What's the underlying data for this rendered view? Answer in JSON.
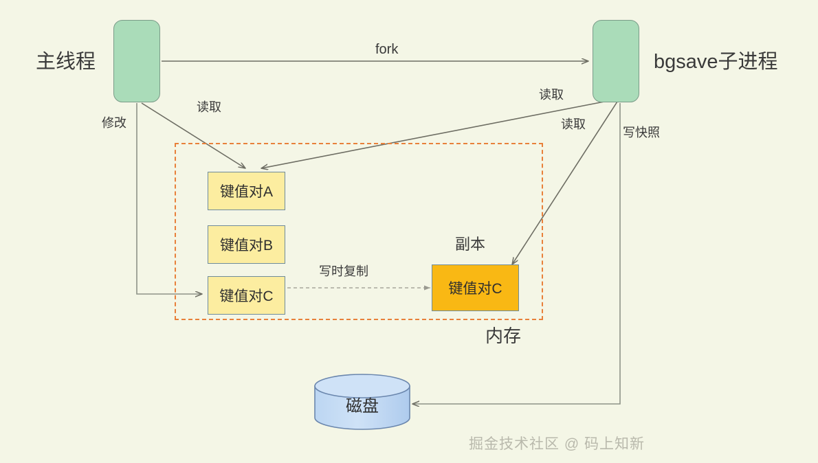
{
  "diagram": {
    "title": "Redis bgsave copy-on-write diagram",
    "background_color": "#f4f6e6",
    "nodes": {
      "main_thread": {
        "label": "主线程",
        "fill": "#aadcb9",
        "stroke": "#7a9b88"
      },
      "bgsave_child": {
        "label": "bgsave子进程",
        "fill": "#aadcb9",
        "stroke": "#7a9b88"
      },
      "kv_a": {
        "label": "键值对A",
        "fill": "#fceda0",
        "stroke": "#6e8b9b"
      },
      "kv_b": {
        "label": "键值对B",
        "fill": "#fceda0",
        "stroke": "#6e8b9b"
      },
      "kv_c": {
        "label": "键值对C",
        "fill": "#fceda0",
        "stroke": "#6e8b9b"
      },
      "kv_c_copy": {
        "label": "键值对C",
        "fill": "#f9b814",
        "stroke": "#6e8b9b"
      },
      "copy_caption": {
        "label": "副本"
      },
      "memory_frame": {
        "label": "内存",
        "stroke": "#e8803a"
      },
      "disk": {
        "label": "磁盘",
        "fill": "#c3daf2",
        "stroke": "#6a86ad"
      }
    },
    "edges": [
      {
        "name": "fork",
        "label": "fork",
        "from": "main_thread",
        "to": "bgsave_child",
        "style": "solid"
      },
      {
        "name": "modify",
        "label": "修改",
        "from": "main_thread",
        "to": "kv_c",
        "style": "solid"
      },
      {
        "name": "read-main",
        "label": "读取",
        "from": "main_thread",
        "to": "kv_a",
        "style": "solid"
      },
      {
        "name": "read-child-upper",
        "label": "读取",
        "from": "bgsave_child",
        "to": "kv_a",
        "style": "solid"
      },
      {
        "name": "read-child-lower",
        "label": "读取",
        "from": "bgsave_child",
        "to": "kv_c_copy",
        "style": "solid"
      },
      {
        "name": "copy-on-write",
        "label": "写时复制",
        "from": "kv_c",
        "to": "kv_c_copy",
        "style": "dashed"
      },
      {
        "name": "write-snapshot",
        "label": "写快照",
        "from": "bgsave_child",
        "to": "disk",
        "style": "solid"
      }
    ],
    "watermark": "掘金技术社区 @ 码上知新"
  }
}
